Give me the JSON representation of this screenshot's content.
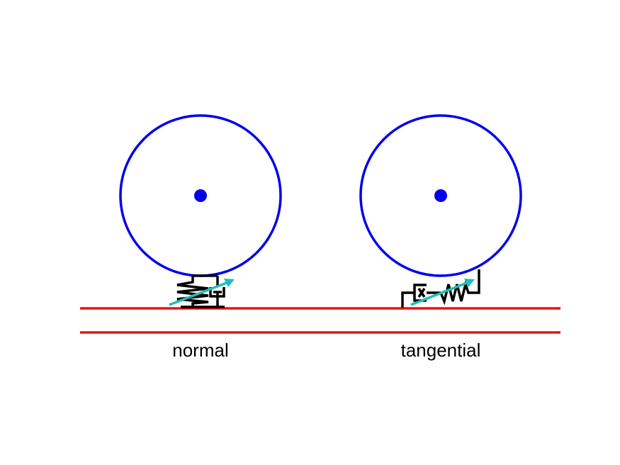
{
  "diagram": {
    "labels": {
      "normal": "normal",
      "tangential": "tangential"
    },
    "colors": {
      "wheel": "#0000ee",
      "rail": "#ee1111",
      "element": "#000000",
      "arrow": "#1fbcbc"
    },
    "elements": {
      "normal_contact": [
        "spring",
        "dashpot",
        "variable-arrow"
      ],
      "tangential_contact": [
        "friction-slider",
        "spring",
        "variable-arrow"
      ]
    }
  }
}
